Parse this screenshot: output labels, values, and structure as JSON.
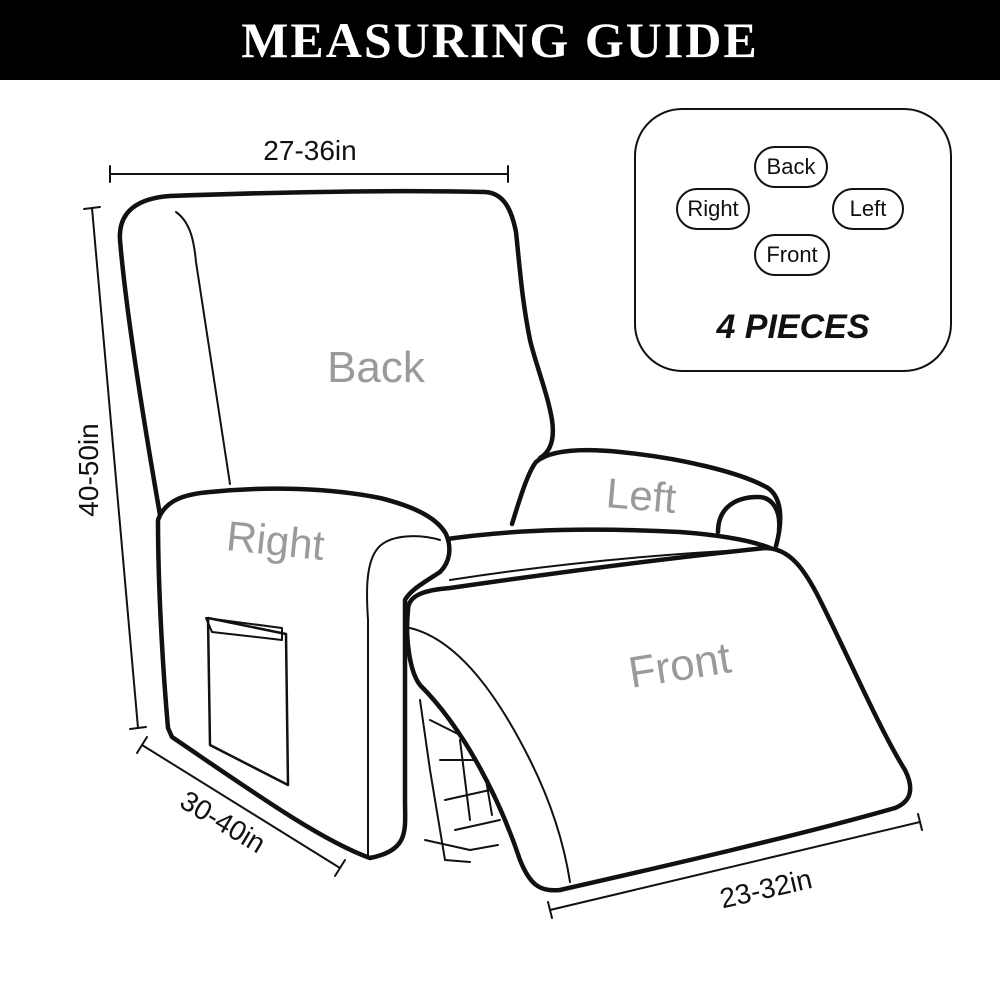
{
  "header": {
    "title": "MEASURING GUIDE"
  },
  "dimensions": {
    "width": "27-36in",
    "height": "40-50in",
    "depth": "30-40in",
    "footrest": "23-32in"
  },
  "chair_labels": {
    "back": "Back",
    "left": "Left",
    "right": "Right",
    "front": "Front"
  },
  "pieces_card": {
    "pieces": [
      "Back",
      "Right",
      "Left",
      "Front"
    ],
    "count_label": "4 PIECES"
  },
  "colors": {
    "banner_bg": "#000000",
    "banner_text": "#ffffff",
    "outline": "#111111",
    "part_label": "#9a9a9a"
  }
}
